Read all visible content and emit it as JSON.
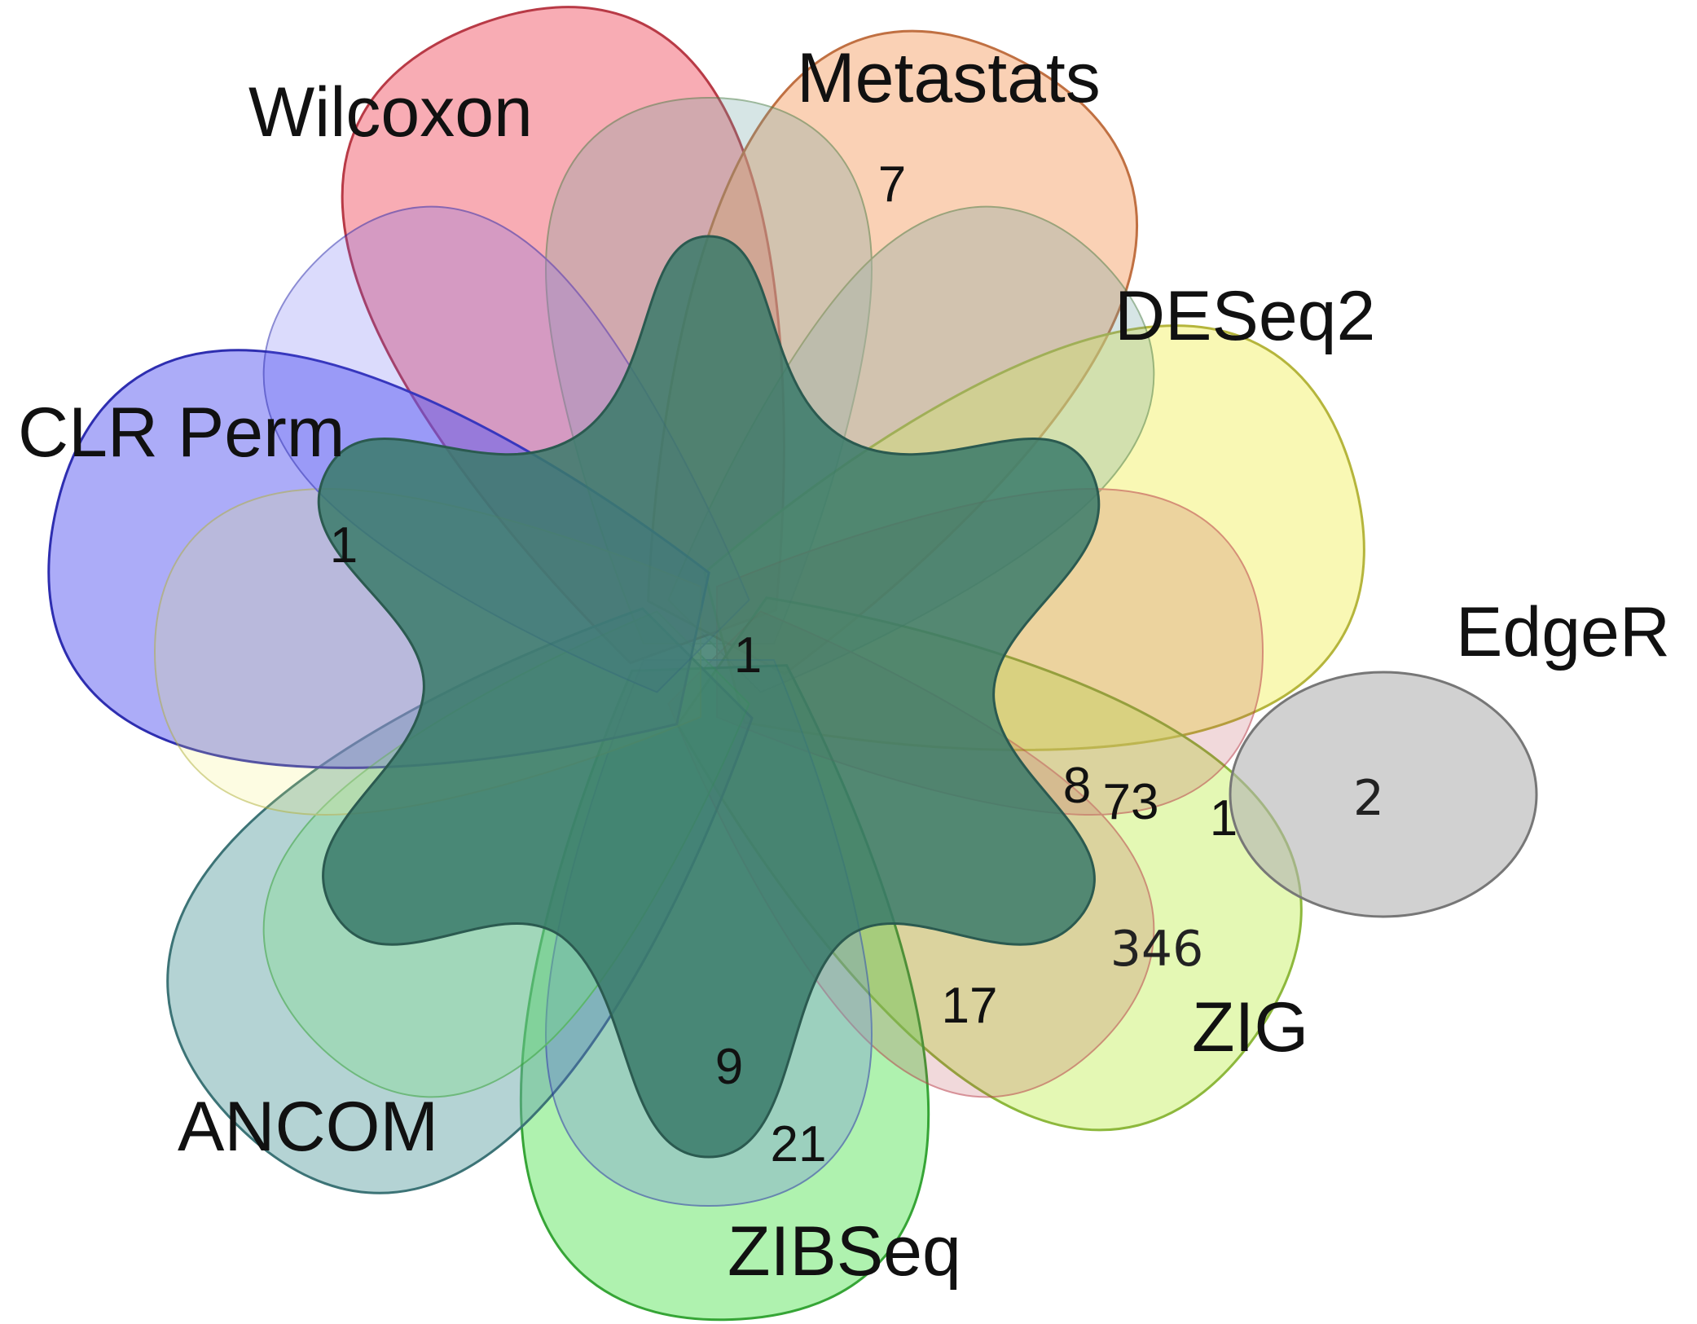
{
  "sets": [
    {
      "key": "wilcoxon",
      "label": "Wilcoxon",
      "fill": "#f25a6a",
      "stroke": "#b83a46"
    },
    {
      "key": "metastats",
      "label": "Metastats",
      "fill": "#f5a36b",
      "stroke": "#c07042"
    },
    {
      "key": "deseq2",
      "label": "DESeq2",
      "fill": "#f3f26a",
      "stroke": "#b5b53c"
    },
    {
      "key": "edger",
      "label": "EdgeR",
      "fill": "#b3b3b3",
      "stroke": "#777777"
    },
    {
      "key": "zig",
      "label": "ZIG",
      "fill": "#c9f26a",
      "stroke": "#8db83c"
    },
    {
      "key": "zibseq",
      "label": "ZIBSeq",
      "fill": "#5fe65f",
      "stroke": "#36a536"
    },
    {
      "key": "ancom",
      "label": "ANCOM",
      "fill": "#6aa7aa",
      "stroke": "#3c7376"
    },
    {
      "key": "clr_perm",
      "label": "CLR Perm",
      "fill": "#5a5af2",
      "stroke": "#2e2eb0"
    }
  ],
  "counts": {
    "center": "1",
    "metastats_only": "7",
    "clr_perm_only": "1",
    "deseq2_zig_a": "8",
    "deseq2_zig_b": "73",
    "edger_zig": "1",
    "edger_only": "2",
    "zig_only": "346",
    "zig_zibseq": "17",
    "zibseq_ancom": "9",
    "zibseq_only": "21"
  }
}
